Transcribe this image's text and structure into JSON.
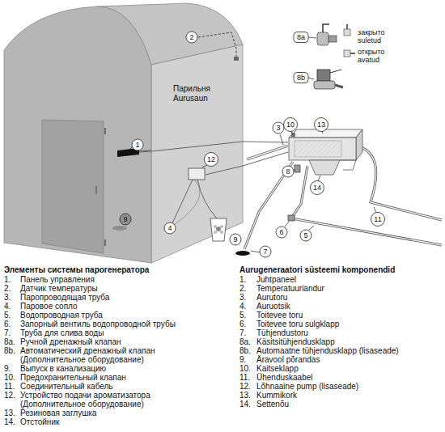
{
  "diagram": {
    "nodes": [
      {
        "text": [
          "Парильня",
          "Aurusaun"
        ]
      }
    ],
    "labels": [
      "2",
      "8a",
      "закрыто",
      "suletud",
      "открыто",
      "avatud",
      "8b",
      "3",
      "10",
      "13",
      "1",
      "12",
      "8",
      "14",
      "4",
      "9",
      "9",
      "7",
      "6",
      "5",
      "11",
      "Элементы системы парогенератора",
      "1.",
      "Панель управления",
      "2.",
      "Датчик температуры",
      "3.",
      "Паропроводящая труба",
      "4.",
      "Паровое сопло",
      "5.",
      "Водопроводная труба",
      "6.",
      "Запорный вентиль водопроводной трубы",
      "7.",
      "Труба для слива воды",
      "8a.",
      "Ручной дренажный клапан",
      "8b.",
      "Автоматический дренажный клапан (Дополнительное оборудование)",
      "9.",
      "Выпуск в канализацию",
      "10.",
      "Предохранительный клапан",
      "11.",
      "Соединительный кабель",
      "12.",
      "Устройство подачи ароматизатора (Дополнительное оборудование)",
      "13.",
      "Резиновая заглушка",
      "14.",
      "Отстойник",
      "Aurugeneraatori süsteemi komponendid",
      "1.",
      "Juhtpaneel",
      "2.",
      "Temperatuuriandur",
      "3.",
      "Aurutoru",
      "4.",
      "Auruotsik",
      "5.",
      "Toitevee toru",
      "6.",
      "Toitevee toru sulgklapp",
      "7.",
      "Tühjendustoru",
      "8a.",
      "Käsitsitühjendusklapp",
      "8b.",
      "Automaatne tühjendusklapp (lisaseade)",
      "9.",
      "Äravool põrandas",
      "10.",
      "Kaitseklapp",
      "11.",
      "Ühenduskaabel",
      "12.",
      "Lõhnaaine pump (lisaseade)",
      "13.",
      "Kummikork",
      "14.",
      "Settenõu"
    ]
  }
}
